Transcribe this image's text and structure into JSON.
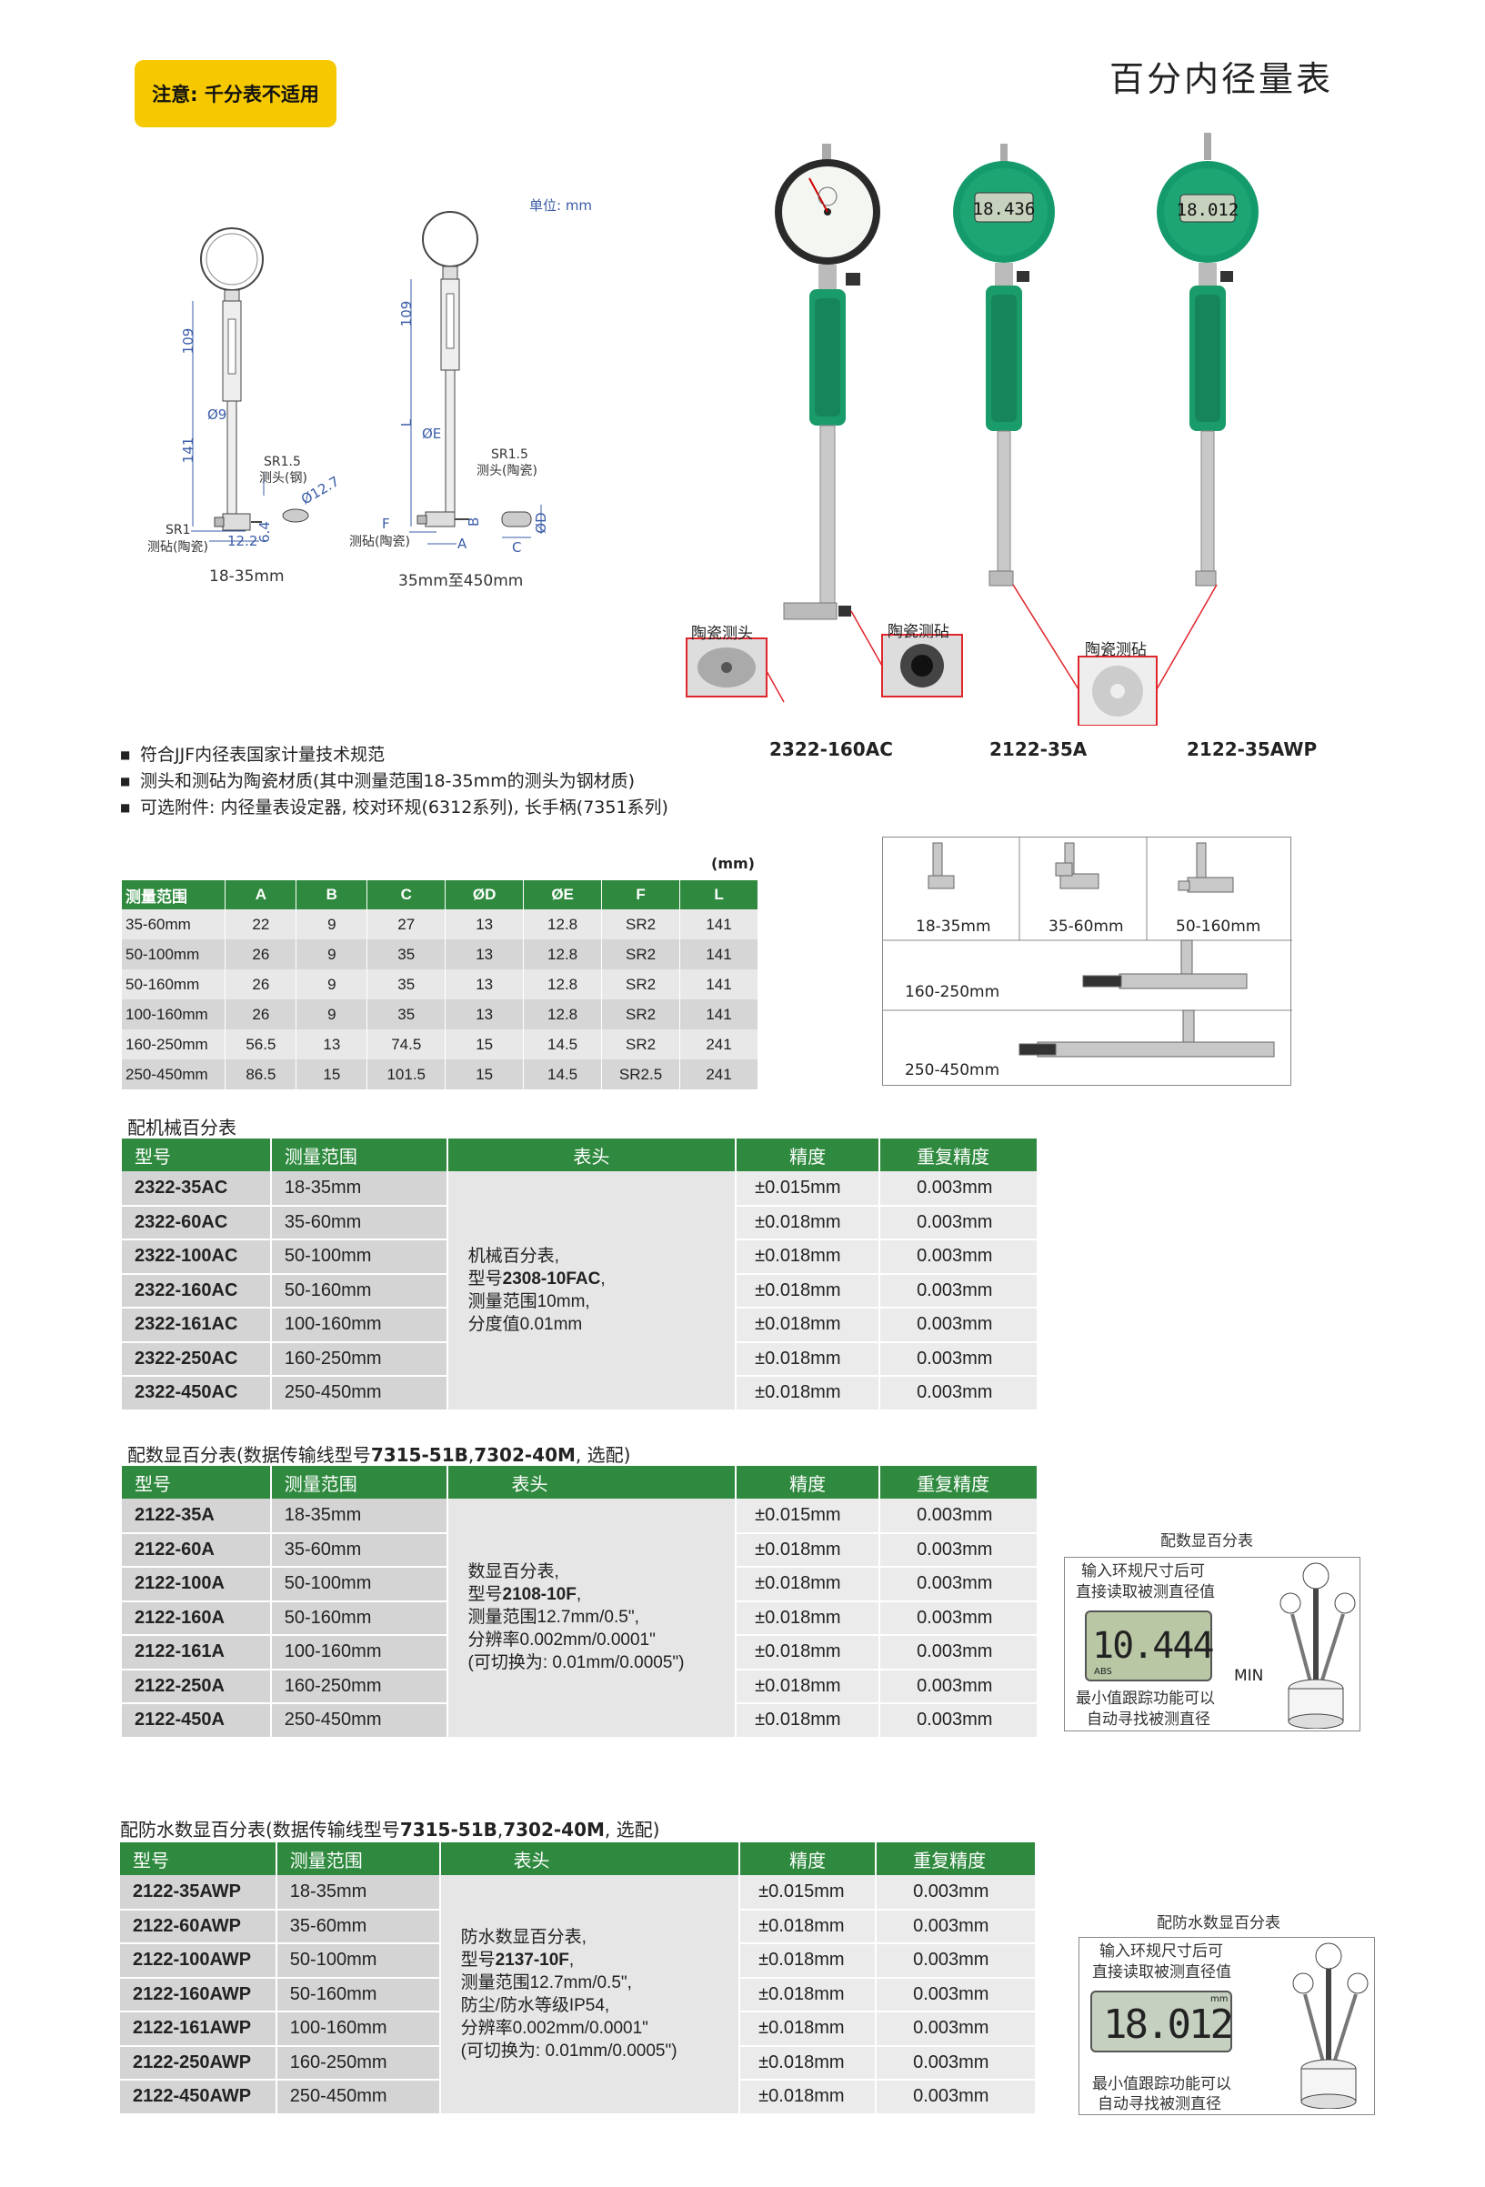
{
  "header": {
    "notice": "注意: 千分表不适用",
    "title": "百分内径量表",
    "unit_note": "单位: mm"
  },
  "diagrams": {
    "left": {
      "caption": "18-35mm",
      "dim_109": "109",
      "dim_141": "141",
      "dim_phi9": "Ø9",
      "sr15": "SR1.5",
      "probe_steel": "测头(钢)",
      "phi127": "Ø12.7",
      "sr1": "SR1",
      "anvil_ceramic": "测砧(陶瓷)",
      "dim_122": "12.2",
      "dim_64": "6.4"
    },
    "right": {
      "caption": "35mm至450mm",
      "dim_109": "109",
      "dim_L": "L",
      "dim_phiE": "ØE",
      "sr15": "SR1.5",
      "probe_ceramic": "测头(陶瓷)",
      "dim_F": "F",
      "anvil_ceramic": "测砧(陶瓷)",
      "dim_A": "A",
      "dim_B": "B",
      "dim_C": "C",
      "dim_phiD": "ØD"
    }
  },
  "products": {
    "callout_probe": "陶瓷测头",
    "callout_anvil1": "陶瓷测砧",
    "callout_anvil2": "陶瓷测砧",
    "models": [
      "2322-160AC",
      "2122-35A",
      "2122-35AWP"
    ],
    "display_a": "18.436",
    "display_b": "18.012"
  },
  "bullets": [
    "符合JJF内径表国家计量技术规范",
    "测头和测砧为陶瓷材质(其中测量范围18-35mm的测头为钢材质)",
    "可选附件: 内径量表设定器, 校对环规(6312系列), 长手柄(7351系列)"
  ],
  "spec_table": {
    "unit": "(mm)",
    "headers": [
      "测量范围",
      "A",
      "B",
      "C",
      "ØD",
      "ØE",
      "F",
      "L"
    ],
    "rows": [
      [
        "35-60mm",
        "22",
        "9",
        "27",
        "13",
        "12.8",
        "SR2",
        "141"
      ],
      [
        "50-100mm",
        "26",
        "9",
        "35",
        "13",
        "12.8",
        "SR2",
        "141"
      ],
      [
        "50-160mm",
        "26",
        "9",
        "35",
        "13",
        "12.8",
        "SR2",
        "141"
      ],
      [
        "100-160mm",
        "26",
        "9",
        "35",
        "13",
        "12.8",
        "SR2",
        "141"
      ],
      [
        "160-250mm",
        "56.5",
        "13",
        "74.5",
        "15",
        "14.5",
        "SR2",
        "241"
      ],
      [
        "250-450mm",
        "86.5",
        "15",
        "101.5",
        "15",
        "14.5",
        "SR2.5",
        "241"
      ]
    ]
  },
  "accessories": {
    "labels": [
      "18-35mm",
      "35-60mm",
      "50-160mm",
      "160-250mm",
      "250-450mm"
    ]
  },
  "mech_table": {
    "title": "配机械百分表",
    "headers": [
      "型号",
      "测量范围",
      "表头",
      "精度",
      "重复精度"
    ],
    "head_lines": [
      "机械百分表,",
      "型号",
      "2308-10FAC",
      ",",
      "测量范围10mm,",
      "分度值0.01mm"
    ],
    "rows": [
      [
        "2322-35AC",
        "18-35mm",
        "±0.015mm",
        "0.003mm"
      ],
      [
        "2322-60AC",
        "35-60mm",
        "±0.018mm",
        "0.003mm"
      ],
      [
        "2322-100AC",
        "50-100mm",
        "±0.018mm",
        "0.003mm"
      ],
      [
        "2322-160AC",
        "50-160mm",
        "±0.018mm",
        "0.003mm"
      ],
      [
        "2322-161AC",
        "100-160mm",
        "±0.018mm",
        "0.003mm"
      ],
      [
        "2322-250AC",
        "160-250mm",
        "±0.018mm",
        "0.003mm"
      ],
      [
        "2322-450AC",
        "250-450mm",
        "±0.018mm",
        "0.003mm"
      ]
    ]
  },
  "digital_table": {
    "title_pre": "配数显百分表(数据传输线型号",
    "title_bold": "7315-51B",
    "title_mid": ",",
    "title_bold2": "7302-40M",
    "title_post": ", 选配)",
    "headers": [
      "型号",
      "测量范围",
      "表头",
      "精度",
      "重复精度"
    ],
    "head": {
      "l1": "数显百分表,",
      "l2a": "型号",
      "l2b": "2108-10F",
      "l2c": ",",
      "l3": "测量范围12.7mm/0.5\",",
      "l4": "分辨率0.002mm/0.0001\"",
      "l5": "(可切换为: 0.01mm/0.0005\")"
    },
    "rows": [
      [
        "2122-35A",
        "18-35mm",
        "±0.015mm",
        "0.003mm"
      ],
      [
        "2122-60A",
        "35-60mm",
        "±0.018mm",
        "0.003mm"
      ],
      [
        "2122-100A",
        "50-100mm",
        "±0.018mm",
        "0.003mm"
      ],
      [
        "2122-160A",
        "50-160mm",
        "±0.018mm",
        "0.003mm"
      ],
      [
        "2122-161A",
        "100-160mm",
        "±0.018mm",
        "0.003mm"
      ],
      [
        "2122-250A",
        "160-250mm",
        "±0.018mm",
        "0.003mm"
      ],
      [
        "2122-450A",
        "250-450mm",
        "±0.018mm",
        "0.003mm"
      ]
    ]
  },
  "wp_table": {
    "title_pre": "配防水数显百分表(数据传输线型号",
    "title_bold": "7315-51B",
    "title_mid": ",",
    "title_bold2": "7302-40M",
    "title_post": ", 选配)",
    "headers": [
      "型号",
      "测量范围",
      "表头",
      "精度",
      "重复精度"
    ],
    "head": {
      "l1": "防水数显百分表,",
      "l2a": "型号",
      "l2b": "2137-10F",
      "l2c": ",",
      "l3": "测量范围12.7mm/0.5\",",
      "l4": "防尘/防水等级IP54,",
      "l5": "分辨率0.002mm/0.0001\"",
      "l6": "(可切换为: 0.01mm/0.0005\")"
    },
    "rows": [
      [
        "2122-35AWP",
        "18-35mm",
        "±0.015mm",
        "0.003mm"
      ],
      [
        "2122-60AWP",
        "35-60mm",
        "±0.018mm",
        "0.003mm"
      ],
      [
        "2122-100AWP",
        "50-100mm",
        "±0.018mm",
        "0.003mm"
      ],
      [
        "2122-160AWP",
        "50-160mm",
        "±0.018mm",
        "0.003mm"
      ],
      [
        "2122-161AWP",
        "100-160mm",
        "±0.018mm",
        "0.003mm"
      ],
      [
        "2122-250AWP",
        "160-250mm",
        "±0.018mm",
        "0.003mm"
      ],
      [
        "2122-450AWP",
        "250-450mm",
        "±0.018mm",
        "0.003mm"
      ]
    ]
  },
  "feature_digital": {
    "title": "配数显百分表",
    "text1": "输入环规尺寸后可",
    "text2": "直接读取被测直径值",
    "display": "10.444",
    "min_label": "MIN",
    "abs_label": "ABS",
    "text3": "最小值跟踪功能可以",
    "text4": "自动寻找被测直径"
  },
  "feature_wp": {
    "title": "配防水数显百分表",
    "text1": "输入环规尺寸后可",
    "text2": "直接读取被测直径值",
    "display": "18.012",
    "mm_label": "mm",
    "text3": "最小值跟踪功能可以",
    "text4": "自动寻找被测直径"
  },
  "colors": {
    "green": "#2f8a3f",
    "yellow": "#f5c800",
    "dim_blue": "#3a5ca8",
    "callout_red": "#e0252b"
  }
}
